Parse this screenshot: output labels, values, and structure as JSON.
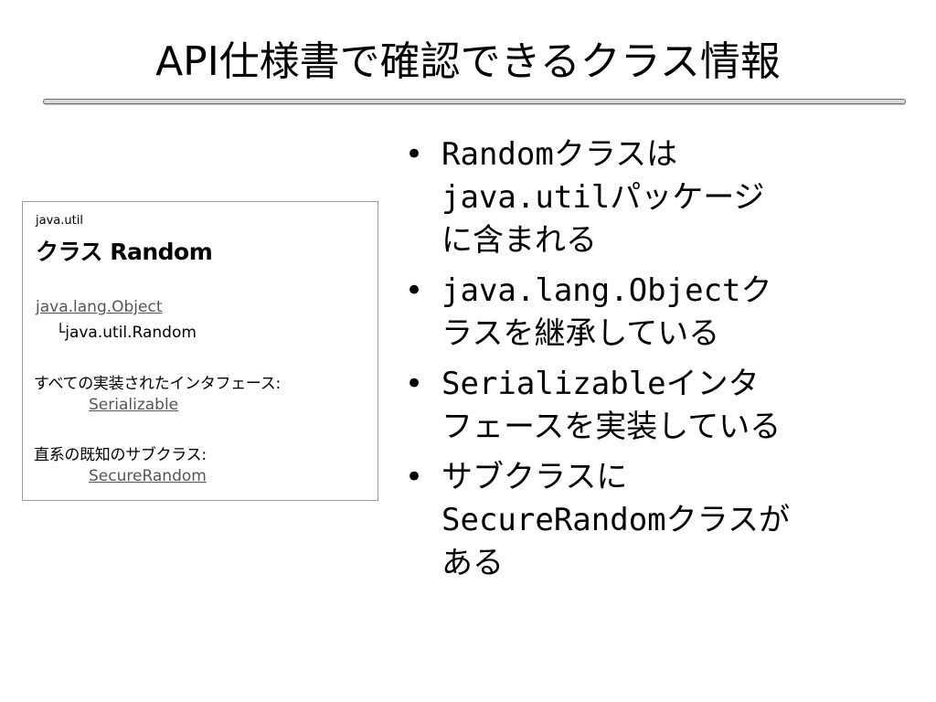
{
  "slide": {
    "title": "API仕様書で確認できるクラス情報"
  },
  "doc_box": {
    "package": "java.util",
    "class_title": "クラス Random",
    "parent_class": "java.lang.Object",
    "inheritance_line": "└java.util.Random",
    "interfaces_label": "すべての実装されたインタフェース:",
    "interface_link": "Serializable",
    "subclasses_label": "直系の既知のサブクラス:",
    "subclass_link": "SecureRandom"
  },
  "bullets": [
    {
      "lines": [
        "Randomクラスは",
        "java.utilパッケージ",
        "に含まれる"
      ]
    },
    {
      "lines": [
        "java.lang.Objectク",
        "ラスを継承している"
      ]
    },
    {
      "lines": [
        "Serializableインタ",
        "フェースを実装している"
      ]
    },
    {
      "lines": [
        "サブクラスに",
        "SecureRandomクラスが",
        "ある"
      ]
    }
  ],
  "bullet_marker": "•"
}
